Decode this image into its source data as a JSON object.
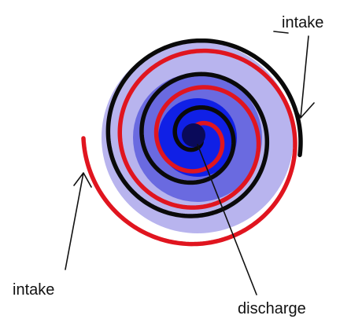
{
  "labels": {
    "intake_top": "intake",
    "intake_left": "intake",
    "discharge": "discharge"
  },
  "colors": {
    "background": "#ffffff",
    "red_spiral": "#e0151f",
    "black_spiral": "#0a0a0a",
    "outer_band": "#b8b4ee",
    "middle_band": "#6a6ae0",
    "inner_band": "#1020e6",
    "core": "#0a0a5a",
    "pointer": "#111111"
  }
}
